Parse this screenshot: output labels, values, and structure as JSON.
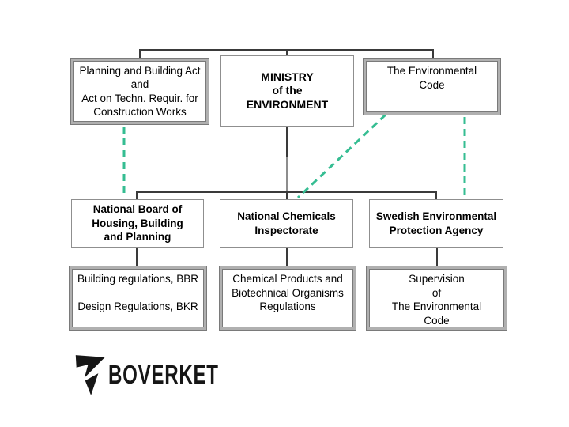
{
  "colors": {
    "connector": "#3a3a3a",
    "connector_light": "#8d8d8d",
    "dashed": "#35bd92",
    "box_border": "#8f8f8f",
    "double_outer": "#7a7a7a",
    "double_band": "#b0b0b0",
    "logo": "#161616",
    "text": "#000000"
  },
  "diagram": {
    "ministry": {
      "text": "MINISTRY\nof the\nENVIRONMENT"
    },
    "planning_act": {
      "text": "Planning and Building Act\nand\nAct on Techn. Requir. for\nConstruction Works"
    },
    "env_code": {
      "text": "The Environmental\nCode"
    },
    "national_board": {
      "text": "National Board of\nHousing, Building\nand Planning"
    },
    "chemicals_inspectorate": {
      "text": "National Chemicals\nInspectorate"
    },
    "epa": {
      "text": "Swedish Environmental\nProtection Agency"
    },
    "building_regs": {
      "text": "Building regulations, BBR\n\nDesign Regulations, BKR"
    },
    "chem_products": {
      "text": "Chemical Products and\nBiotechnical Organisms\nRegulations"
    },
    "supervision": {
      "text": "Supervision\nof\nThe Environmental\nCode"
    }
  },
  "logo": {
    "wordmark": "BOVERKET",
    "mark_icon": "lightning-bolt"
  }
}
